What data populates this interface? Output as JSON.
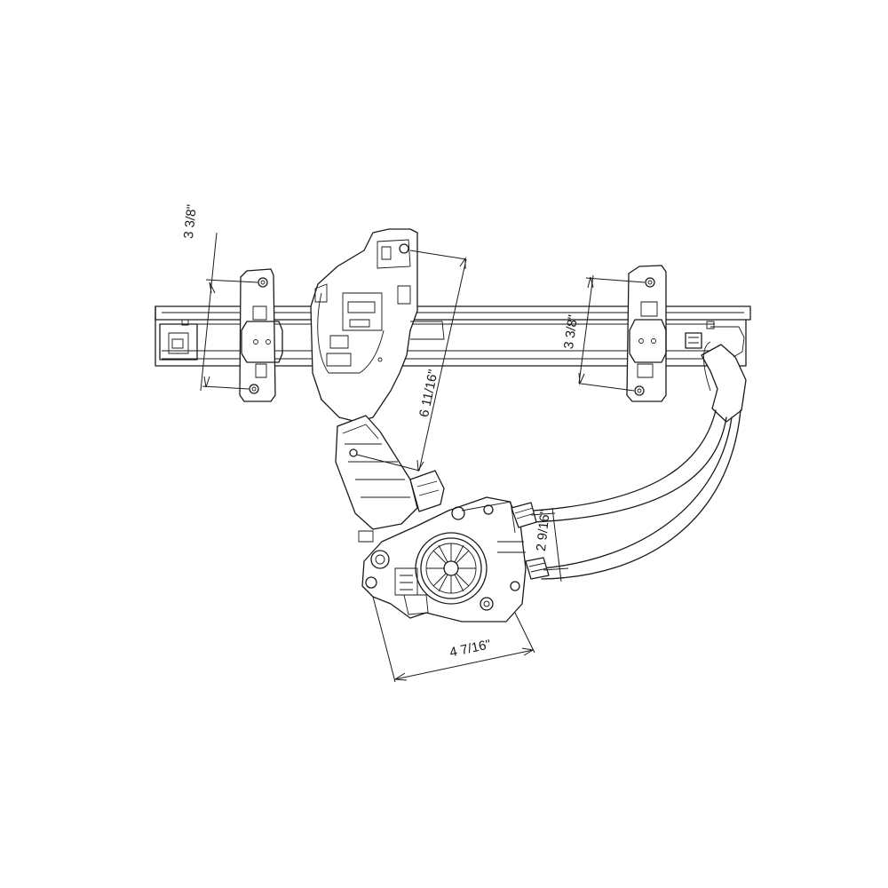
{
  "dimensions": {
    "left_carrier_hole_spacing": "3 3/8\"",
    "right_carrier_hole_spacing": "3 3/8\"",
    "bracket_to_motor": "6 11/16\"",
    "cable_conduit_spacing": "2 9/16\"",
    "motor_mount_width": "4 7/16\""
  },
  "colors": {
    "line": "#1a1a1a",
    "background": "#ffffff"
  }
}
